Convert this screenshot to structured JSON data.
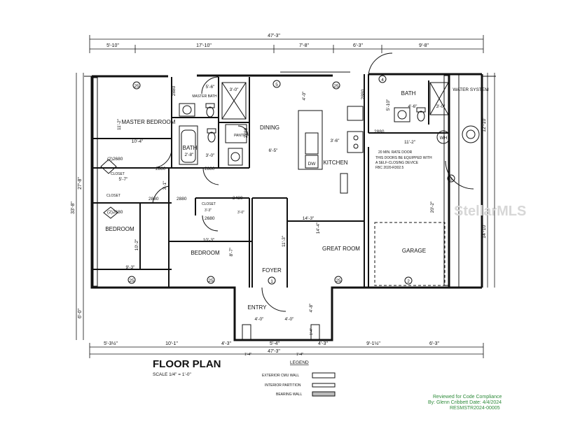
{
  "title": "FLOOR PLAN",
  "scale": "SCALE 1/4\" = 1'-0\"",
  "legend": {
    "heading": "LEGEND",
    "items": [
      "EXTERIOR CMU WALL",
      "INTERIOR PARTITION",
      "BEARING WALL"
    ]
  },
  "stamp": {
    "line1": "Reviewed for Code Compliance",
    "line2": "By: Glenn Cribbett    Date: 4/4/2024",
    "line3": "RESMSTR2024-00005"
  },
  "watermark": "StellarMLS",
  "rooms": {
    "master_bedroom": "MASTER BEDROOM",
    "master_bath": "MASTER BATH",
    "bath": "BATH",
    "pantry": "PANTRY",
    "dining": "DINING",
    "kitchen": "KITCHEN",
    "dw": "DW",
    "bath2": "BATH",
    "water_system": "WATER SYSTEM",
    "wh": "WH",
    "closet1": "CLOSET",
    "closet2": "CLOSET",
    "closet3": "CLOSET",
    "bedroom1": "BEDROOM",
    "bedroom2": "BEDROOM",
    "foyer": "FOYER",
    "great_room": "GREAT ROOM",
    "garage": "GARAGE",
    "entry": "ENTRY"
  },
  "note": [
    "20 MIN. RATE DOOR",
    "THIS DOORS BE EQUIPPED WITH",
    "A SELF-CLOSING DEVICE",
    "FBC 2020-R302.5"
  ],
  "dims": {
    "top_total": "47'-3\"",
    "top": [
      "5'-10\"",
      "17'-10\"",
      "7'-8\"",
      "6'-3\"",
      "9'-8\""
    ],
    "bottom_total": "47'-3\"",
    "bottom": [
      "5'-3½\"",
      "10'-1\"",
      "4'-3\"",
      "5'-4\"",
      "4'-3\"",
      "9'-1½\"",
      "6'-3\""
    ],
    "bottom_small": [
      "1'-4\"",
      "1'-4\""
    ],
    "left_total": "33'-8\"",
    "left": [
      "27'-8\"",
      "6'-0\""
    ],
    "right": [
      "12'-10\"",
      "14'-10\""
    ],
    "interior": [
      "5'-6\"",
      "3'-0\"",
      "11'-2\"",
      "10'-4\"",
      "5'-7\"",
      "3'-1\"",
      "10'-2\"",
      "9'-3\"",
      "10'-3\"",
      "8'-7\"",
      "3'-3\"",
      "3'-0\"",
      "2'-8\"",
      "3'-0\"",
      "6'-5\"",
      "4'-0\"",
      "3'-6\"",
      "14'-3\"",
      "14'-4\"",
      "11'-3\"",
      "4'-6\"",
      "3'-0\"",
      "5'-10\"",
      "11'-2\"",
      "20'-2\"",
      "4'-0\"",
      "4'-0\"",
      "4'-8\"",
      "1'-4\""
    ],
    "doors": [
      "2880",
      "2880",
      "2880",
      "2880",
      "2880",
      "2880",
      "2880",
      "2880",
      "2680",
      "2480",
      "2480",
      "(2)2680",
      "(2)2680"
    ],
    "tags": [
      "25",
      "25",
      "25",
      "25",
      "25",
      "25",
      "25",
      "4",
      "5",
      "3",
      "2",
      "1"
    ]
  }
}
